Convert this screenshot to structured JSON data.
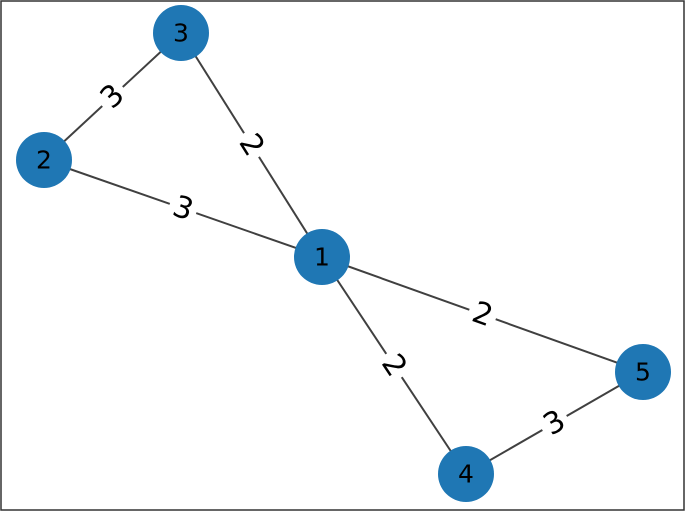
{
  "graph": {
    "node_color": "#1f77b4",
    "edge_color": "#404040",
    "label_color": "#000000",
    "frame_color": "#333333",
    "nodes": [
      {
        "id": "1",
        "label": "1"
      },
      {
        "id": "2",
        "label": "2"
      },
      {
        "id": "3",
        "label": "3"
      },
      {
        "id": "4",
        "label": "4"
      },
      {
        "id": "5",
        "label": "5"
      }
    ],
    "edges": [
      {
        "source": "3",
        "target": "2",
        "weight": "3"
      },
      {
        "source": "3",
        "target": "1",
        "weight": "2"
      },
      {
        "source": "2",
        "target": "1",
        "weight": "3"
      },
      {
        "source": "1",
        "target": "5",
        "weight": "2"
      },
      {
        "source": "1",
        "target": "4",
        "weight": "2"
      },
      {
        "source": "4",
        "target": "5",
        "weight": "3"
      }
    ]
  }
}
